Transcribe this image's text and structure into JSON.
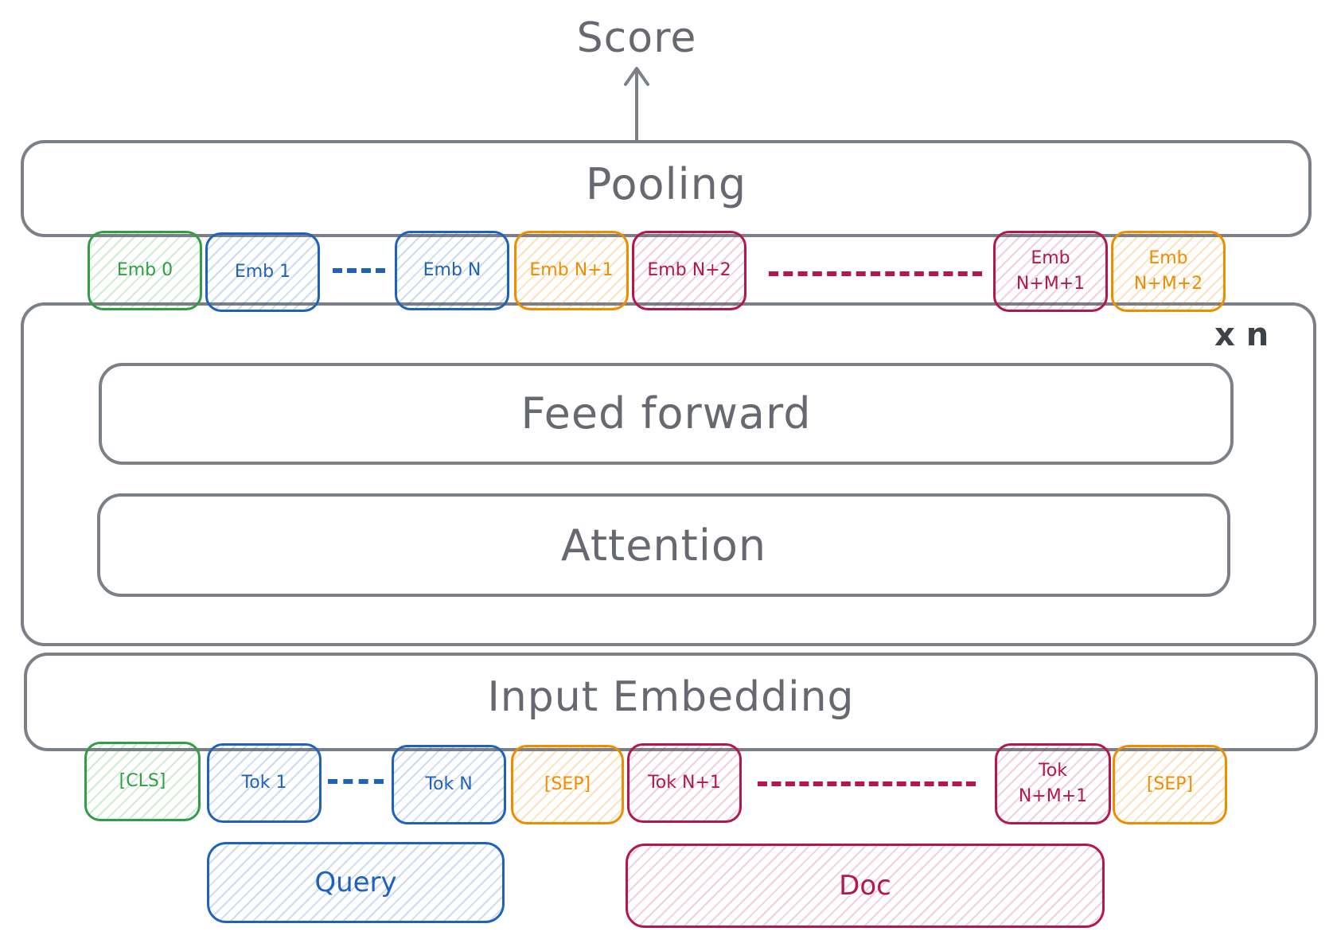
{
  "output": {
    "label": "Score"
  },
  "blocks": {
    "pooling": "Pooling",
    "feed_forward": "Feed forward",
    "attention": "Attention",
    "input_embedding": "Input Embedding"
  },
  "repeat": {
    "label": "x n"
  },
  "embeddings": [
    {
      "label": "Emb 0",
      "color": "green"
    },
    {
      "label": "Emb 1",
      "color": "blue"
    },
    {
      "label": "Emb N",
      "color": "blue"
    },
    {
      "label": "Emb N+1",
      "color": "orange"
    },
    {
      "label": "Emb N+2",
      "color": "crimson"
    },
    {
      "label": "Emb\nN+M+1",
      "color": "crimson"
    },
    {
      "label": "Emb\nN+M+2",
      "color": "orange"
    }
  ],
  "tokens": [
    {
      "label": "[CLS]",
      "color": "green"
    },
    {
      "label": "Tok 1",
      "color": "blue"
    },
    {
      "label": "Tok N",
      "color": "blue"
    },
    {
      "label": "[SEP]",
      "color": "orange"
    },
    {
      "label": "Tok N+1",
      "color": "crimson"
    },
    {
      "label": "Tok\nN+M+1",
      "color": "crimson"
    },
    {
      "label": "[SEP]",
      "color": "orange"
    }
  ],
  "segments": {
    "query": "Query",
    "doc": "Doc"
  },
  "colors": {
    "outline": "#7b7f86",
    "text": "#66696f",
    "green": "#2f9e44",
    "blue": "#1f62bd",
    "orange": "#f08c00",
    "crimson": "#b5174d"
  }
}
